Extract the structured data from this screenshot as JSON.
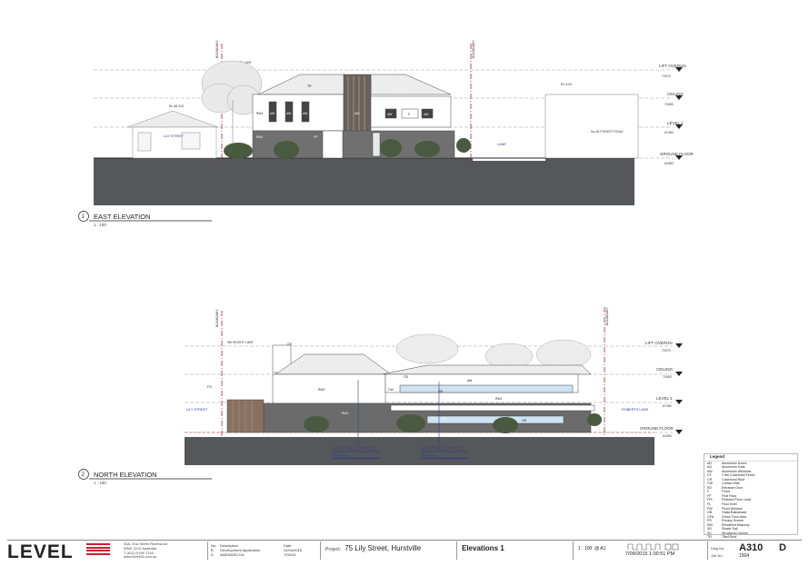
{
  "views": [
    {
      "number": "1",
      "title": "EAST ELEVATION",
      "scale": "1 : 100"
    },
    {
      "number": "2",
      "title": "NORTH ELEVATION",
      "scale": "1 : 100"
    }
  ],
  "levels": [
    {
      "name": "LIFT OVERUN",
      "rl": "72970"
    },
    {
      "name": "CEILING",
      "rl": "70450"
    },
    {
      "name": "LEVEL 1",
      "rl": "67450"
    },
    {
      "name": "GROUND FLOOR",
      "rl": "64450"
    }
  ],
  "boundary_label": "BOUNDARY",
  "height_limit_label": "9M HEIGHT LIMIT",
  "east": {
    "lily_street": "LILY STREET",
    "neighbour_rl": "RL 66.310",
    "lane": "LANE",
    "forest_road": "No.45 FOREST ROAD",
    "forest_rl": "RL 5.00",
    "tags": [
      "TR",
      "RW1",
      "AW",
      "AW",
      "AW",
      "AW",
      "AW",
      "F",
      "AW",
      "RW1",
      "FP"
    ]
  },
  "north": {
    "lily_street": "LILY STREET",
    "roberts_lane": "ROBERTS LANE",
    "fd": "FD",
    "wall_note": "ACOUSTICALLY TREATED WALLS (REFER TO ACOUSTIC REPORT)",
    "tags": [
      "CR",
      "RW1",
      "RW1",
      "RW1",
      "CW",
      "AW",
      "GB",
      "GB",
      "SS",
      "CB"
    ]
  },
  "legend": {
    "title": "Legend",
    "items": [
      [
        "AD",
        "Aluminium Doors"
      ],
      [
        "AG",
        "Aluminium Gate"
      ],
      [
        "AW",
        "Aluminium Windows"
      ],
      [
        "CF",
        "1.5m Colorbond Fence"
      ],
      [
        "CR",
        "Colorbond Roof"
      ],
      [
        "CW",
        "Curtain Wall"
      ],
      [
        "ED",
        "Entrance Door"
      ],
      [
        "F",
        "Fixed"
      ],
      [
        "FF",
        "First Floor"
      ],
      [
        "FFL",
        "Finished Floor Level"
      ],
      [
        "FL",
        "Floor level"
      ],
      [
        "FW",
        "Fixed Window"
      ],
      [
        "GB",
        "Glass Balustrade"
      ],
      [
        "GFA",
        "Gross Floor Area"
      ],
      [
        "PS",
        "Privacy Screen"
      ],
      [
        "RW",
        "Rendered Masonry"
      ],
      [
        "SD",
        "Shade Sail"
      ],
      [
        "SC",
        "Structural Column"
      ],
      [
        "TR",
        "Tiled Roof"
      ]
    ]
  },
  "title_block": {
    "logo": "LEVEL",
    "address": [
      "33A, Eva Street Riverwood",
      "NSW 2210 Australia",
      "T (612) 9199 1744",
      "www.level33.com.au"
    ],
    "revisions_header": [
      "No.",
      "Description",
      "Date"
    ],
    "revisions": [
      [
        "B",
        "Development Application",
        "24/04/2015"
      ],
      [
        "D",
        "AMENDED DA",
        "7/09/15"
      ]
    ],
    "project_label": "Project:",
    "project": "75 Lily Street, Hurstville",
    "drawing": "Elevations 1",
    "scale": "1 : 100",
    "sheet_size": "@ A1",
    "date": "7/09/2015 1:00:51 PM",
    "dwg_no_label": "Dwg No.",
    "dwg_no": "A310",
    "revision": "D",
    "job_no_label": "Job No.",
    "job_no": "1504"
  }
}
